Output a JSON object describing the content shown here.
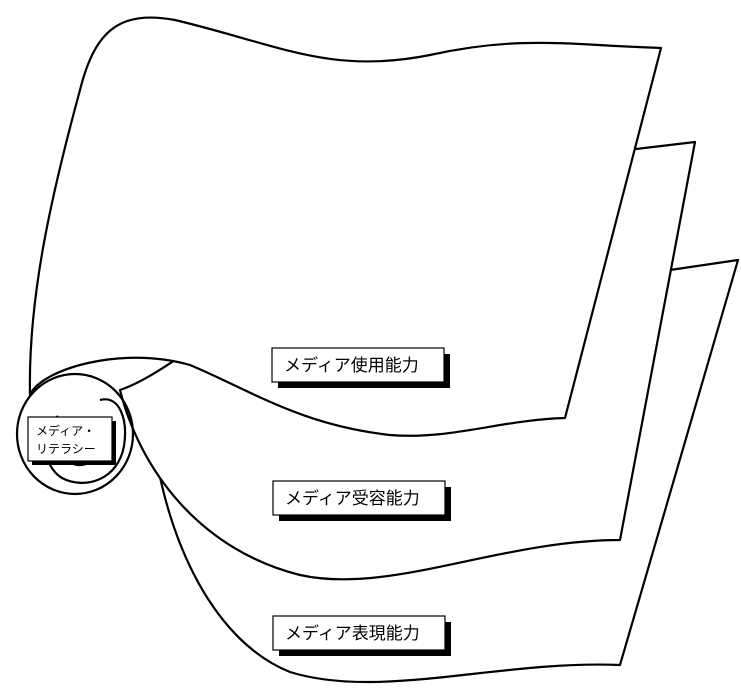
{
  "labels": {
    "usage": "メディア使用能力",
    "reception": "メディア受容能力",
    "expression": "メディア表現能力",
    "core_line1": "メディア・",
    "core_line2": "リテラシー"
  }
}
